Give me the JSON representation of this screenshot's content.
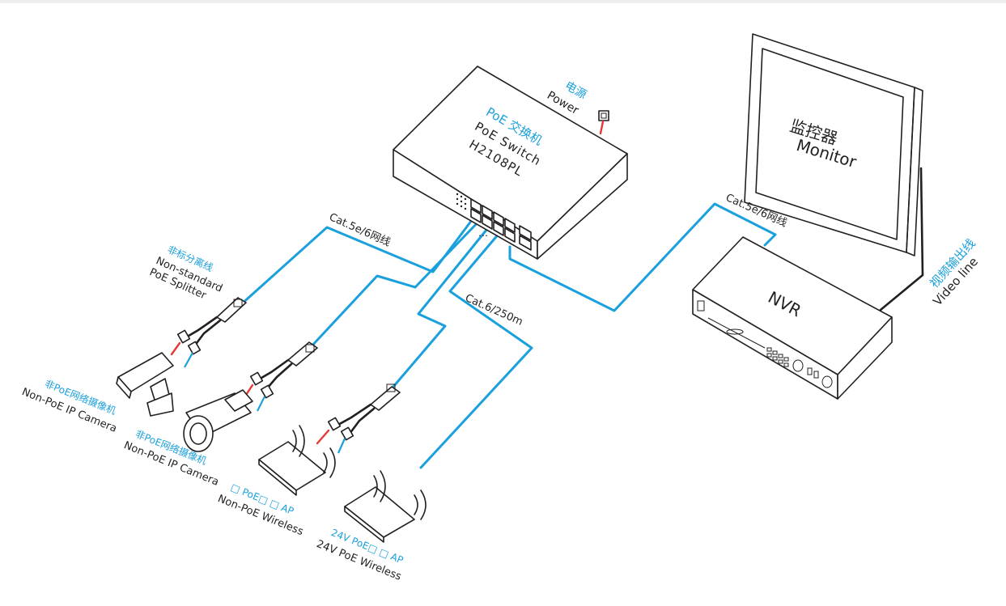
{
  "switch": {
    "name_cn": "PoE 交换机",
    "name_en": "PoE Switch",
    "model": "H2108PL",
    "power_cn": "电源",
    "power_en": "Power",
    "port_dots": "…"
  },
  "monitor": {
    "name_cn": "监控器",
    "name_en": "Monitor"
  },
  "nvr": {
    "name": "NVR"
  },
  "cables": {
    "left": "Cat.5e/6网线",
    "right": "Cat.5e/6网线",
    "long": "Cat.6/250m"
  },
  "video_line": {
    "cn": "视频输出线",
    "en": "Video line"
  },
  "splitter": {
    "cn": "非标分离线",
    "en_1": "Non-standard",
    "en_2": "PoE Splitter"
  },
  "camera1": {
    "cn": "非PoE网络摄像机",
    "en": "Non-PoE IP Camera"
  },
  "camera2": {
    "cn": "非PoE网络摄像机",
    "en": "Non-PoE IP Camera"
  },
  "ap1": {
    "cn": "□ PoE□ □ AP",
    "en": "Non-PoE  Wireless"
  },
  "ap2": {
    "cn": "24V PoE□ □ AP",
    "en": "24V PoE Wireless"
  },
  "colors": {
    "cable": "#1aa0dc",
    "power": "#e53935",
    "line": "#231f20",
    "accent": "#1aa0dc"
  }
}
